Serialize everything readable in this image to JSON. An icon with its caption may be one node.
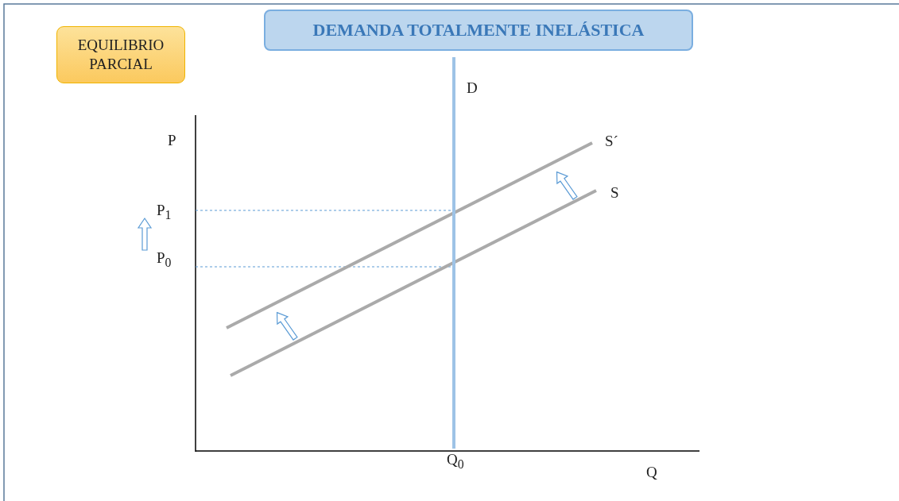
{
  "diagram": {
    "title": "DEMANDA TOTALMENTE INELÁSTICA",
    "nodes": [
      {
        "text": [
          "EQUILIBRIO PARCIAL"
        ]
      }
    ],
    "edges": [],
    "labels": [
      "D",
      "P",
      "S´",
      "S",
      "P$_{1}$",
      "P$_{0}$",
      "Q$_{0}$",
      "Q"
    ]
  }
}
